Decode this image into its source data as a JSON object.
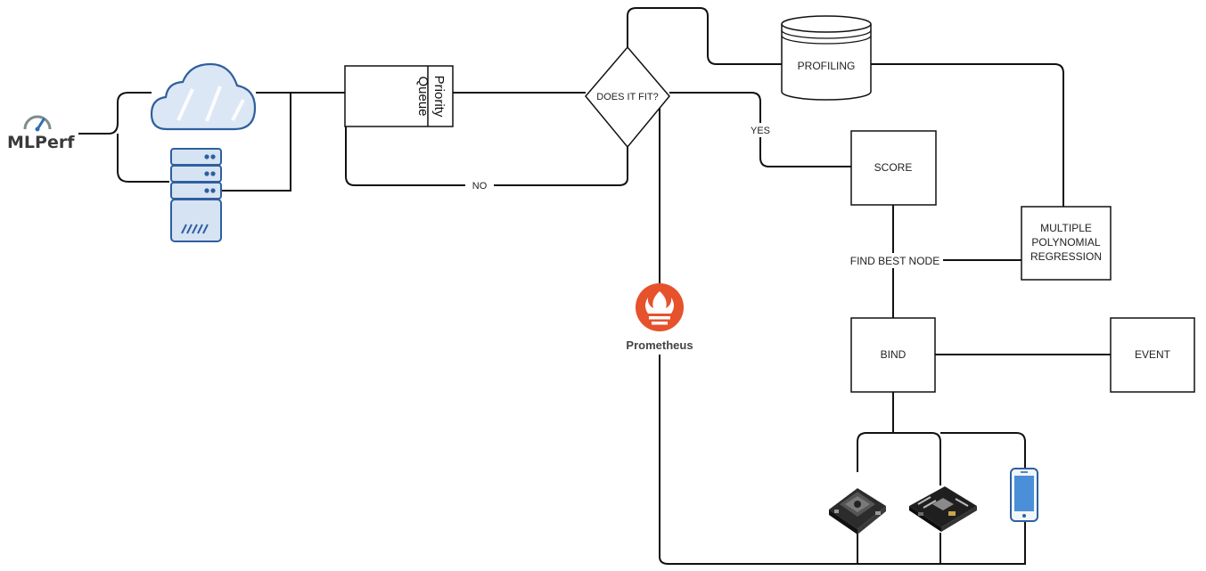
{
  "logos": {
    "mlperf": "MLPerf",
    "prometheus": "Prometheus"
  },
  "nodes": {
    "priority_queue": [
      "Priority",
      "Queue"
    ],
    "decision": "DOES IT FIT?",
    "profiling": "PROFILING",
    "score": "SCORE",
    "regression": [
      "MULTIPLE",
      "POLYNOMIAL",
      "REGRESSION"
    ],
    "bind": "BIND",
    "event": "EVENT"
  },
  "edge_labels": {
    "no": "NO",
    "yes": "YES",
    "find_best_node": "FIND BEST NODE"
  },
  "icons": [
    "gauge-icon",
    "cloud-icon",
    "server-icon",
    "prometheus-icon",
    "jetson-board-icon",
    "motherboard-icon",
    "smartphone-icon"
  ],
  "colors": {
    "line": "#111111",
    "cloud_fill": "#dbe7f5",
    "cloud_stroke": "#2f5f9e",
    "server_fill": "#d6e3f3",
    "server_stroke": "#2f5f9e",
    "prometheus": "#e6522c",
    "phone_screen": "#4a8fd8"
  }
}
